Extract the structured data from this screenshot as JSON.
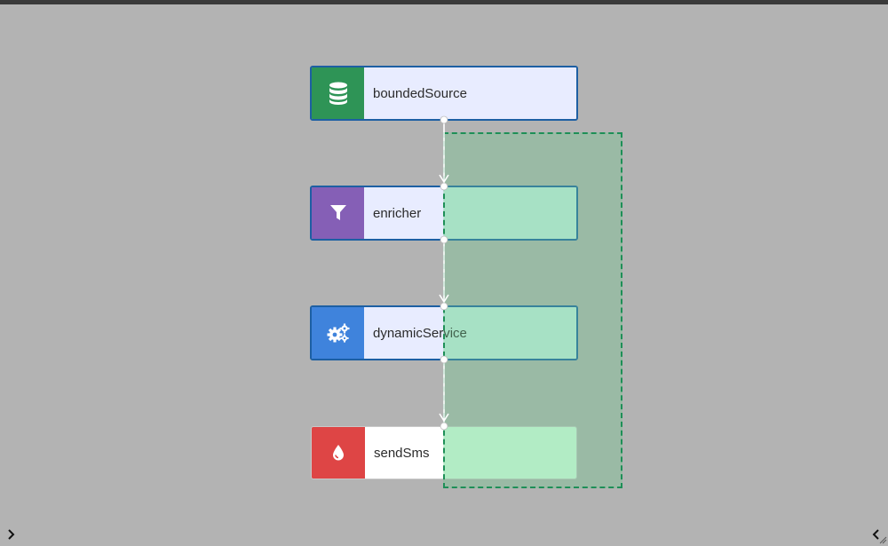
{
  "nodes": [
    {
      "label": "boundedSource",
      "icon": "database-icon",
      "icon_bg": "#2e9456",
      "label_bg": "#e8ecff",
      "overlay_bg": "#e8ecff"
    },
    {
      "label": "enricher",
      "icon": "filter-icon",
      "icon_bg": "#855fb6",
      "label_bg": "#e8ecff",
      "overlay_bg": "#c6efe4"
    },
    {
      "label": "dynamicService",
      "icon": "gears-icon",
      "icon_bg": "#3f83dc",
      "label_bg": "#e8ecff",
      "overlay_bg": "#c6efe4"
    },
    {
      "label": "sendSms",
      "icon": "drop-icon",
      "icon_bg": "#de4545",
      "label_bg": "#ffffff",
      "overlay_bg": "#d8ffe4"
    }
  ],
  "colors": {
    "canvas": "#b3b3b3",
    "selection_border": "#1e8f57",
    "edge": "#ffffff"
  }
}
